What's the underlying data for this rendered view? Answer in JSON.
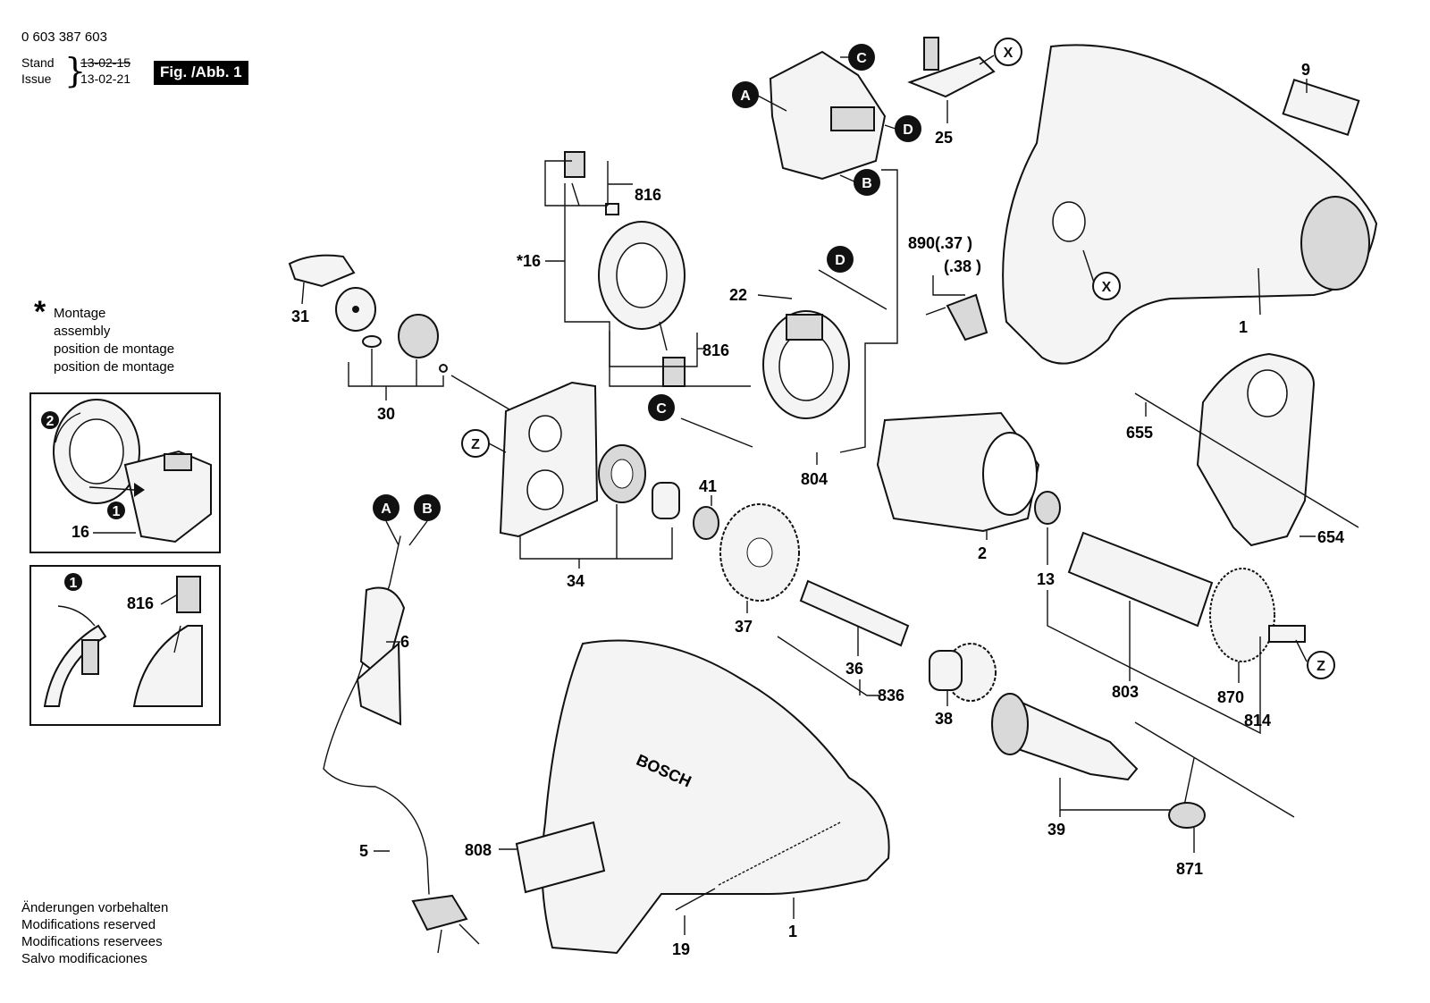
{
  "header": {
    "part_number": "0 603 387 603",
    "stand_label": "Stand",
    "stand_date": "13-02-15",
    "issue_label": "Issue",
    "issue_date": "13-02-21",
    "figure_label": "Fig. /Abb. 1"
  },
  "legend": {
    "symbol": "*",
    "lines": [
      "Montage",
      "assembly",
      "position de montage",
      "position de montage"
    ]
  },
  "footer": {
    "lines": [
      "Änderungen vorbehalten",
      "Modifications reserved",
      "Modifications reservees",
      "Salvo modificaciones"
    ]
  },
  "inset_labels": {
    "inset1_part": "16",
    "inset2_part": "816",
    "step1": "1",
    "step2": "2"
  },
  "part_labels": {
    "p1_top": "1",
    "p1_bottom": "1",
    "p2": "2",
    "p5": "5",
    "p6": "6",
    "p9": "9",
    "p13": "13",
    "p16": "*16",
    "p19": "19",
    "p22": "22",
    "p25": "25",
    "p30": "30",
    "p31": "31",
    "p34": "34",
    "p36": "36",
    "p37": "37",
    "p38": "38",
    "p39": "39",
    "p41": "41",
    "p654": "654",
    "p655": "655",
    "p803": "803",
    "p804": "804",
    "p808": "808",
    "p814": "814",
    "p816a": "816",
    "p816b": "816",
    "p836": "836",
    "p870": "870",
    "p871": "871",
    "p890": "890(.37 )",
    "p890b": "(.38 )"
  },
  "connectors": {
    "A": "A",
    "B": "B",
    "C": "C",
    "D": "D",
    "X": "X",
    "Z": "Z"
  },
  "brand_on_housing": "BOSCH"
}
